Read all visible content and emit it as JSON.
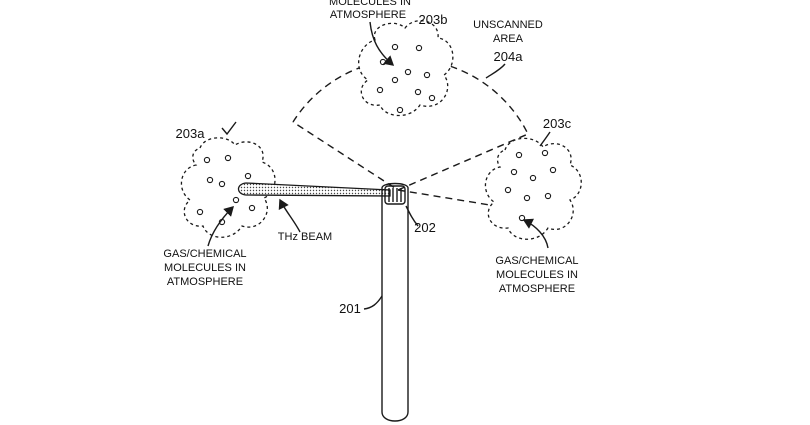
{
  "labels": {
    "top_molecules_line1": "MOLECULES IN",
    "top_molecules_line2": "ATMOSPHERE",
    "ref_203b": "203b",
    "unscanned_line1": "UNSCANNED",
    "unscanned_line2": "AREA",
    "ref_204a": "204a",
    "ref_203a": "203a",
    "ref_203c": "203c",
    "beam_label": "THz BEAM",
    "ref_202": "202",
    "left_gas_line1": "GAS/CHEMICAL",
    "left_gas_line2": "MOLECULES IN",
    "left_gas_line3": "ATMOSPHERE",
    "right_gas_line1": "GAS/CHEMICAL",
    "right_gas_line2": "MOLECULES IN",
    "right_gas_line3": "ATMOSPHERE",
    "ref_201": "201"
  },
  "colors": {
    "line": "#1a1a1a",
    "background": "#ffffff",
    "beam_fill": "#d9d9d9"
  },
  "status": {
    "cloud_203a_scanned": true
  }
}
